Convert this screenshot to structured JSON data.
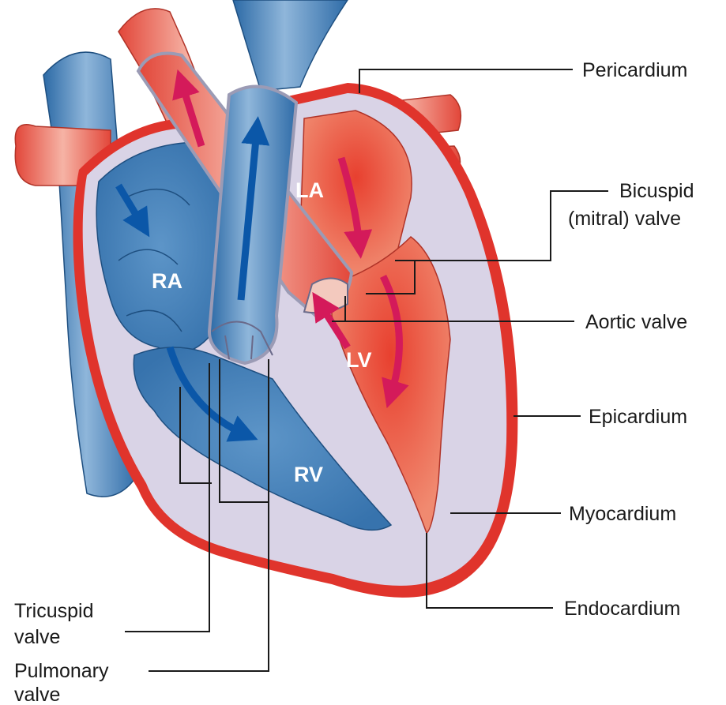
{
  "diagram": {
    "labels": {
      "pericardium": "Pericardium",
      "bicuspid_line1": "Bicuspid",
      "bicuspid_line2": "(mitral) valve",
      "aortic_valve": "Aortic valve",
      "epicardium": "Epicardium",
      "myocardium": "Myocardium",
      "endocardium": "Endocardium",
      "tricuspid_line1": "Tricuspid",
      "tricuspid_line2": "valve",
      "pulmonary_line1": "Pulmonary",
      "pulmonary_line2": "valve"
    },
    "chambers": {
      "ra": "RA",
      "rv": "RV",
      "la": "LA",
      "lv": "LV"
    },
    "colors": {
      "pericardium": "#e0342c",
      "myocardium": "#d9d3e6",
      "deoxygenated": "#3f7fb8",
      "oxygenated": "#e8503f",
      "arrow_blue": "#0b57a8",
      "arrow_red": "#d41a5a"
    }
  }
}
